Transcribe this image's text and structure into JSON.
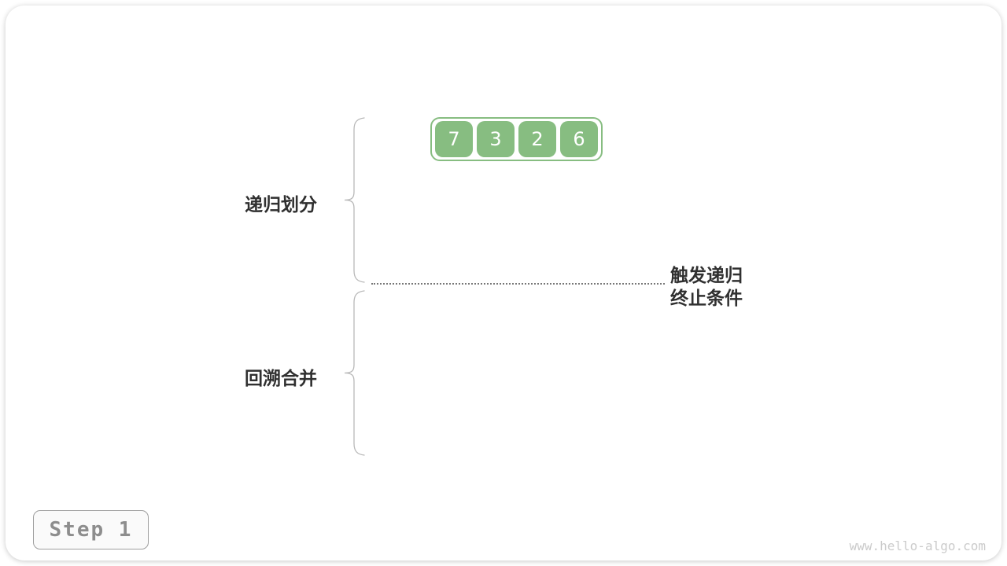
{
  "diagram": {
    "array": {
      "values": [
        "7",
        "3",
        "2",
        "6"
      ]
    },
    "labels": {
      "divide": "递归划分",
      "merge": "回溯合并",
      "terminate_line1": "触发递归",
      "terminate_line2": "终止条件"
    },
    "step_badge": "Step 1",
    "watermark": "www.hello-algo.com"
  },
  "colors": {
    "node_green": "#87BD81",
    "label_dark": "#303030",
    "brace_gray": "#b8b8b8",
    "dot_gray": "#777777",
    "badge_border": "#9e9e9e",
    "badge_bg": "#fafafa",
    "badge_text": "#8d8d8d",
    "watermark_gray": "#cbcbcb"
  }
}
